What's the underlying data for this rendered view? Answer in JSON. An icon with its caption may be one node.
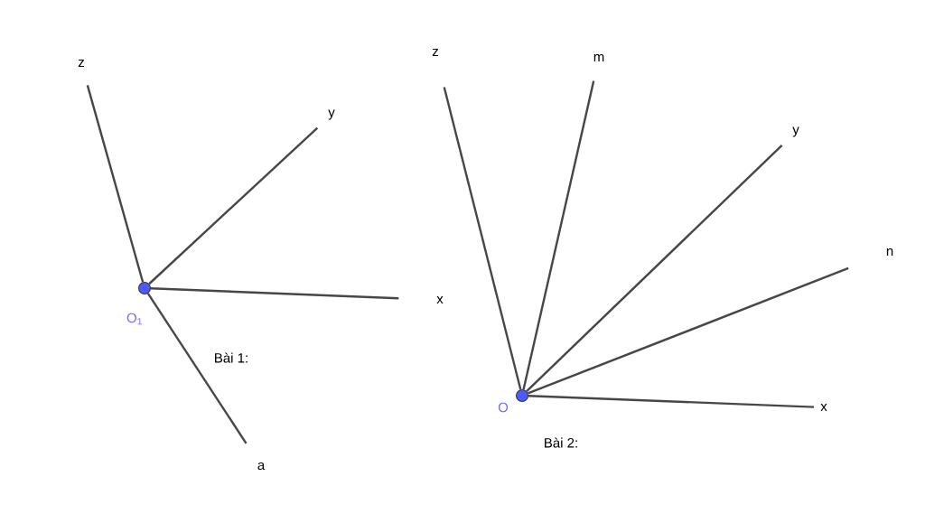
{
  "diagram": {
    "nodes": [
      {
        "text": [],
        "shape": "circle",
        "beside": [
          "O$_{1}$"
        ]
      },
      {
        "text": [
          "z"
        ]
      },
      {
        "text": [
          "y"
        ]
      },
      {
        "text": [
          "x"
        ]
      },
      {
        "text": [
          "a"
        ]
      },
      {
        "text": [],
        "shape": "circle",
        "beside": [
          "O"
        ]
      },
      {
        "text": [
          "z"
        ]
      },
      {
        "text": [
          "m"
        ]
      },
      {
        "text": [
          "y"
        ]
      },
      {
        "text": [
          "n"
        ]
      },
      {
        "text": [
          "x"
        ]
      }
    ],
    "edges": [
      {
        "from": 0,
        "to": 1,
        "arrow": "none"
      },
      {
        "from": 0,
        "to": 2,
        "arrow": "none"
      },
      {
        "from": 0,
        "to": 3,
        "arrow": "none"
      },
      {
        "from": 0,
        "to": 4,
        "arrow": "none"
      },
      {
        "from": 5,
        "to": 6,
        "arrow": "none"
      },
      {
        "from": 5,
        "to": 7,
        "arrow": "none"
      },
      {
        "from": 5,
        "to": 8,
        "arrow": "none"
      },
      {
        "from": 5,
        "to": 9,
        "arrow": "none"
      },
      {
        "from": 5,
        "to": 10,
        "arrow": "none"
      }
    ],
    "labels": [
      "Bài 1:",
      "Bài 2:"
    ]
  }
}
